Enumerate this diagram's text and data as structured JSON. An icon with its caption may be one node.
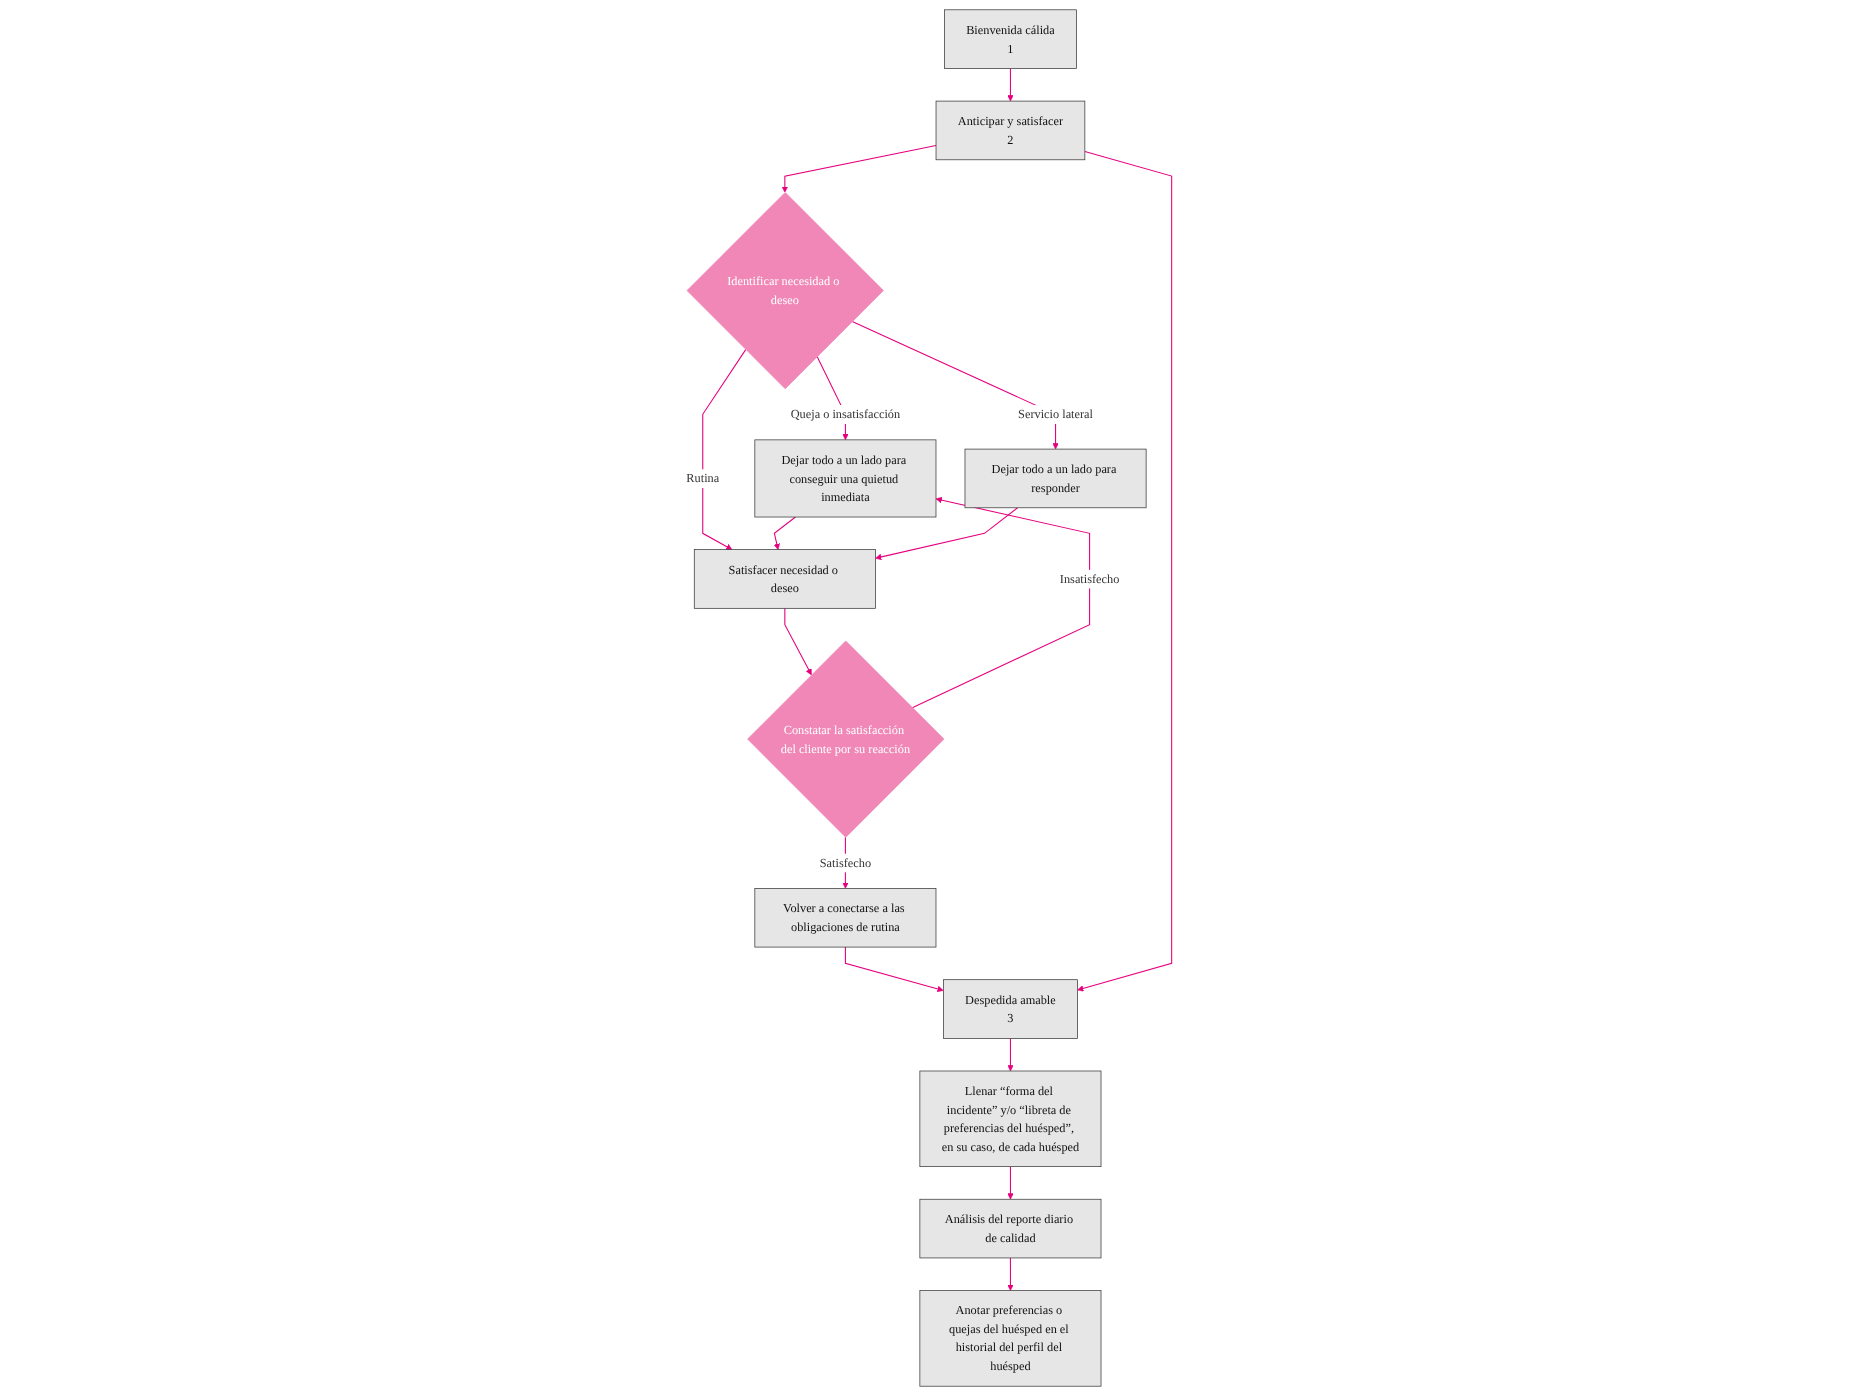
{
  "diagram": {
    "nodes": [
      {
        "text": [
          "Bienvenida cálida",
          "1"
        ]
      },
      {
        "text": [
          "Anticipar y satisfacer",
          "2"
        ]
      },
      {
        "text": [
          "Dejar todo a un lado para conseguir una quietud inmediata"
        ]
      },
      {
        "text": [
          "Identificar necesidad o deseo"
        ]
      },
      {
        "text": [
          "Satisfacer necesidad o deseo"
        ]
      },
      {
        "text": [
          "Constatar la satisfacción del cliente por su reacción"
        ]
      },
      {
        "text": [
          "Dejar todo a un lado para responder"
        ]
      },
      {
        "text": [
          "Volver a conectarse a las obligaciones de rutina"
        ]
      },
      {
        "text": [
          "Despedida amable",
          "3"
        ]
      },
      {
        "text": [
          "Llenar “forma del incidente” y/o “libreta de preferencias del huésped”, en su caso, de cada huésped"
        ]
      },
      {
        "text": [
          "Análisis del reporte diario de calidad"
        ]
      },
      {
        "text": [
          "Anotar preferencias o quejas del huésped en el historial del perfil del huésped"
        ]
      }
    ],
    "edges": [
      {
        "from": 0,
        "to": 1,
        "arrow": "to"
      },
      {
        "from": 1,
        "to": 3,
        "arrow": "to"
      },
      {
        "from": 3,
        "to": 2,
        "arrow": "to",
        "label": "Queja o insatisfacción"
      },
      {
        "from": 3,
        "to": 4,
        "arrow": "to",
        "label": "Rutina"
      },
      {
        "from": 3,
        "to": 6,
        "arrow": "to",
        "label": "Servicio lateral"
      },
      {
        "from": 2,
        "to": 4,
        "arrow": "to"
      },
      {
        "from": 6,
        "to": 4,
        "arrow": "to"
      },
      {
        "from": 4,
        "to": 5,
        "arrow": "to"
      },
      {
        "from": 5,
        "to": 2,
        "arrow": "to",
        "label": "Insatisfecho"
      },
      {
        "from": 5,
        "to": 7,
        "arrow": "to",
        "label": "Satisfecho"
      },
      {
        "from": 7,
        "to": 8,
        "arrow": "to"
      },
      {
        "from": 1,
        "to": 8,
        "arrow": "to"
      },
      {
        "from": 8,
        "to": 9,
        "arrow": "to"
      },
      {
        "from": 9,
        "to": 10,
        "arrow": "to"
      },
      {
        "from": 10,
        "to": 11,
        "arrow": "to"
      }
    ]
  }
}
